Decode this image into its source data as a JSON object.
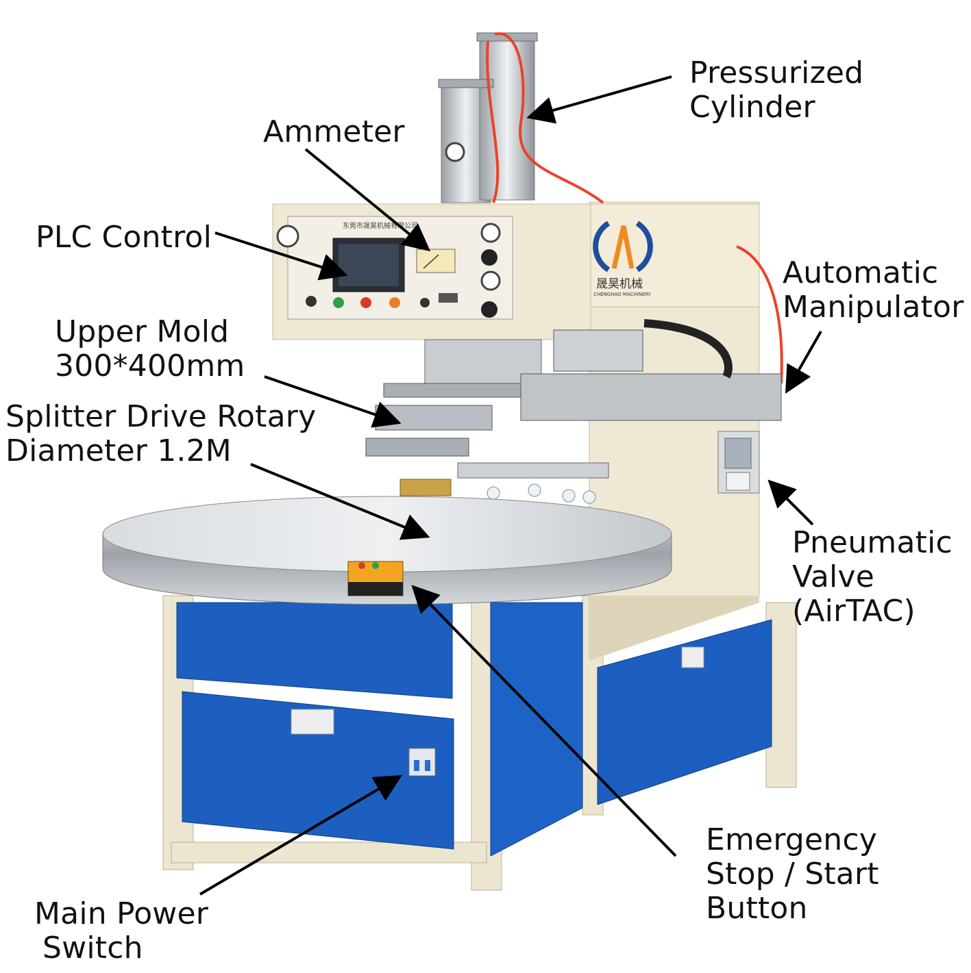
{
  "labels": {
    "pressurized_cylinder": [
      "Pressurized",
      "Cylinder"
    ],
    "ammeter": [
      "Ammeter"
    ],
    "plc_control": [
      "PLC Control"
    ],
    "automatic_manipulator": [
      "Automatic",
      "Manipulator"
    ],
    "upper_mold": [
      "Upper Mold",
      "300*400mm"
    ],
    "splitter_drive_rotary": [
      "Splitter Drive Rotary",
      "Diameter 1.2M"
    ],
    "pneumatic_valve": [
      "Pneumatic",
      "Valve",
      "(AirTAC)"
    ],
    "emergency_stop": [
      "Emergency",
      "Stop / Start",
      "Button"
    ],
    "main_power_switch": [
      "Main Power",
      "Switch"
    ]
  },
  "machine": {
    "logo_text": "晟昊机械",
    "logo_subtext": "CHENGHAO MACHINERY",
    "panel_header": "东莞市晟昊机械有限公司"
  },
  "colors": {
    "frame": "#efe8d4",
    "panel": "#f3efe2",
    "blue": "#1d5fc0",
    "steel": "#b9bdc2",
    "arrow": "#000000",
    "hose": "#e8442a",
    "logo_blue": "#1f4f9c",
    "logo_orange": "#f08a1c"
  }
}
